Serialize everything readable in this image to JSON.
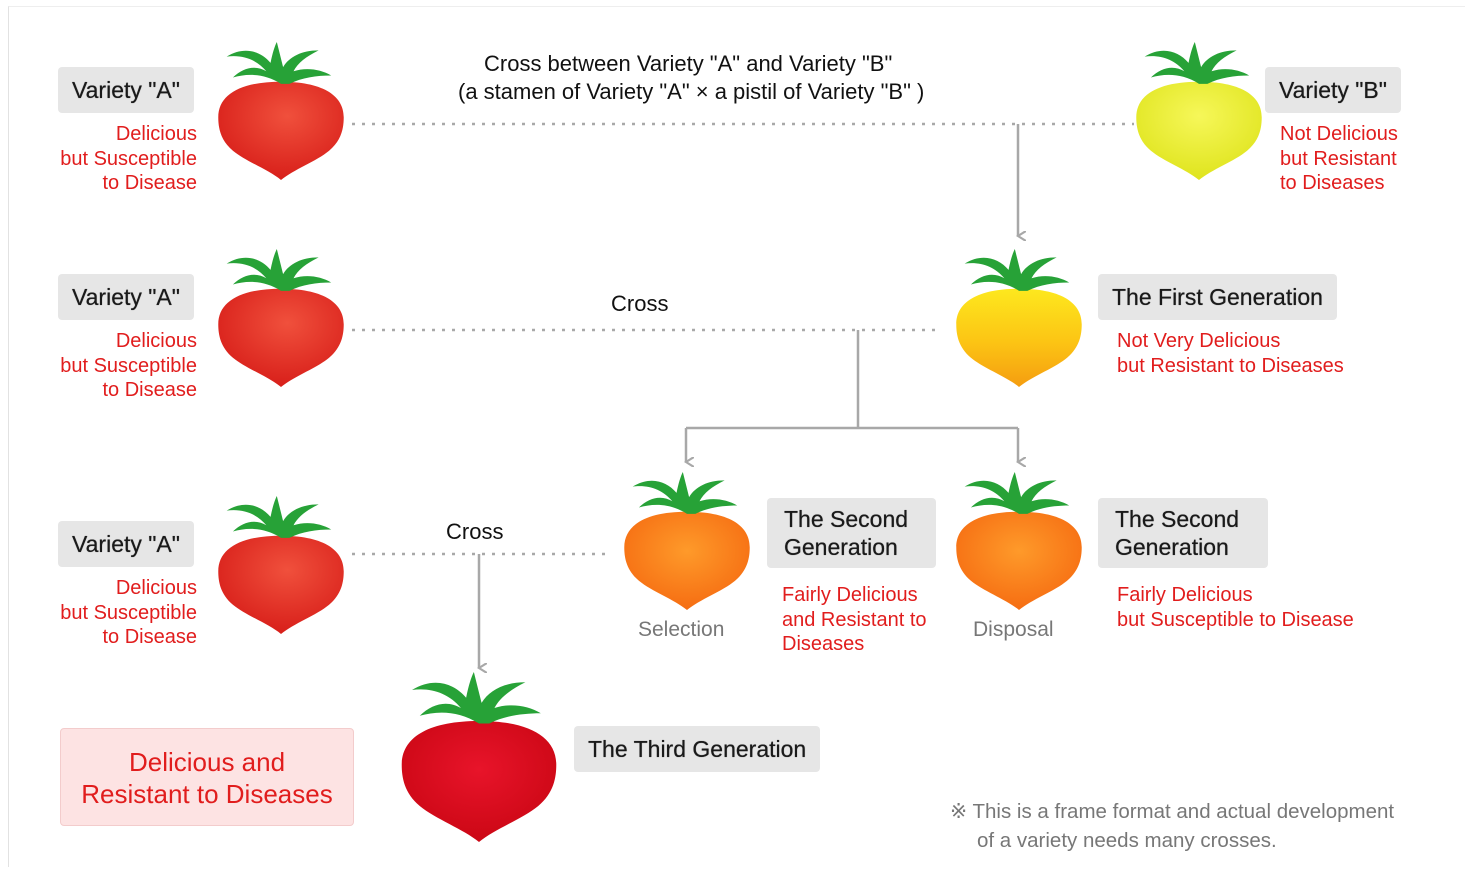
{
  "title": {
    "line1": "Cross between Variety \"A\" and Variety \"B\"",
    "line2": "(a stamen of Variety \"A\" × a pistil of Variety \"B\" )"
  },
  "variety_a": {
    "label": "Variety \"A\"",
    "desc": [
      "Delicious",
      "but Susceptible",
      "to Disease"
    ]
  },
  "variety_b": {
    "label": "Variety \"B\"",
    "desc": [
      "Not Delicious",
      "but Resistant",
      "to Diseases"
    ]
  },
  "cross_label": "Cross",
  "first_generation": {
    "label": "The First Generation",
    "desc": [
      "Not Very Delicious",
      "but Resistant to Diseases"
    ]
  },
  "second_generation_selected": {
    "label": "The Second Generation",
    "desc": [
      "Fairly Delicious",
      "and Resistant to",
      "Diseases"
    ],
    "action": "Selection"
  },
  "second_generation_disposed": {
    "label": "The Second Generation",
    "desc": [
      "Fairly Delicious",
      "but Susceptible to Disease"
    ],
    "action": "Disposal"
  },
  "third_generation": {
    "label": "The Third Generation"
  },
  "result": [
    "Delicious and",
    "Resistant to Diseases"
  ],
  "note": [
    "※ This is a frame format and actual development",
    "of a variety needs many crosses."
  ],
  "colors": {
    "text_red": "#e11d1d",
    "tag_bg": "#e6e6e6",
    "connector": "#a8a8a8",
    "leaf": "#27a237",
    "tomato_red": "#e2231a",
    "tomato_yellow": "#e9ec1f",
    "tomato_gold": "#fbbf12",
    "tomato_orange": "#fb7410",
    "tomato_deep_red": "#d9081a"
  }
}
